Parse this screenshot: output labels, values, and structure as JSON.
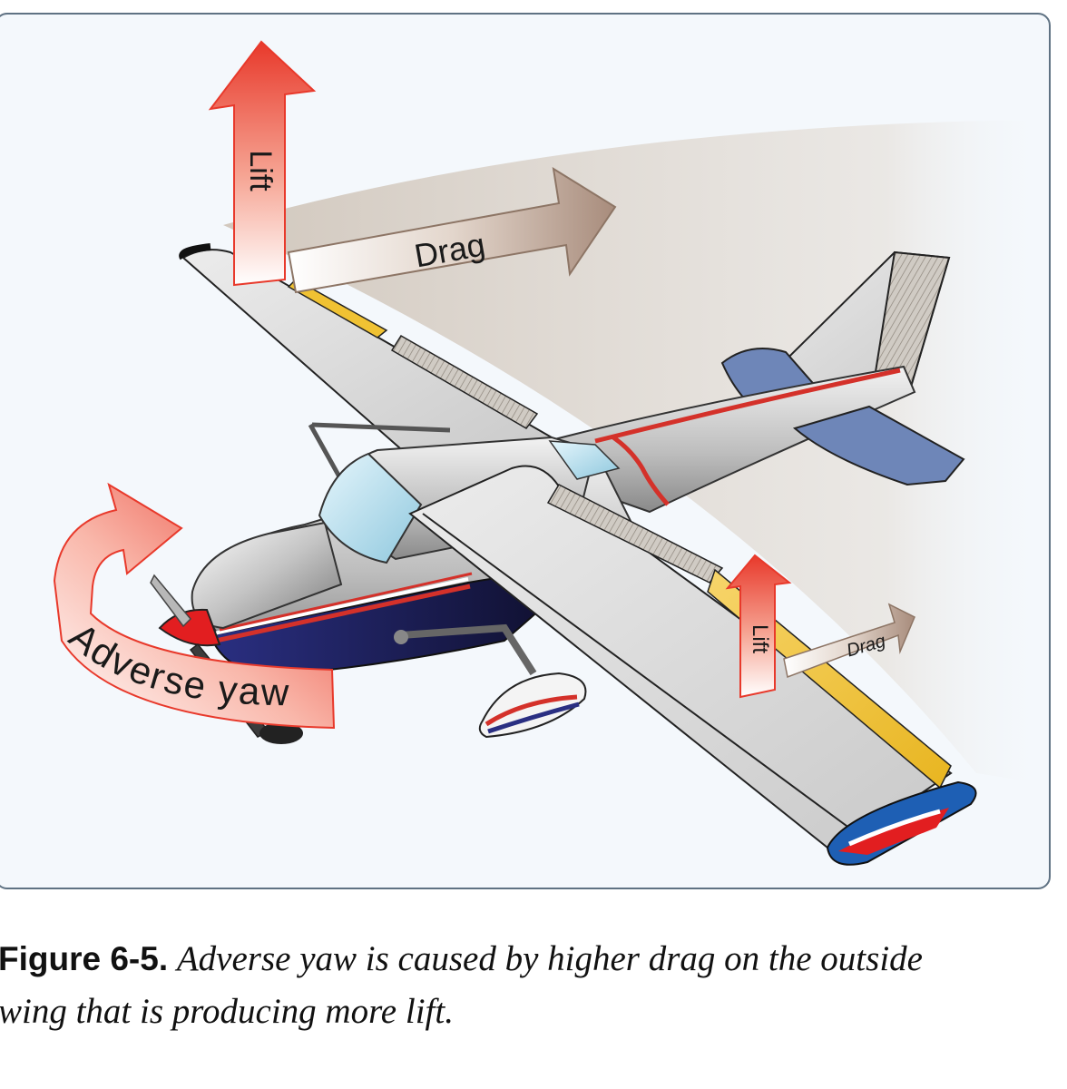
{
  "figure": {
    "labels": {
      "lift_upper": "Lift",
      "drag_upper": "Drag",
      "lift_lower": "Lift",
      "drag_lower": "Drag",
      "adverse_yaw": "Adverse yaw"
    },
    "caption_label": "Figure 6-5.",
    "caption_line1": "Adverse yaw is caused by higher drag on the outside",
    "caption_line2": "wing that is producing more lift."
  },
  "colors": {
    "panel_background": "#f4f8fc",
    "panel_border": "#5f7283",
    "lift_arrow": "#e8392b",
    "drag_arrow": "#a88c7c",
    "wing": "#d8d8d8",
    "tail_surfaces": "#6e86b8",
    "fuselage_stripe": "#d4312a",
    "lower_fuselage": "#1b1b55",
    "aileron": "#f0c233"
  }
}
